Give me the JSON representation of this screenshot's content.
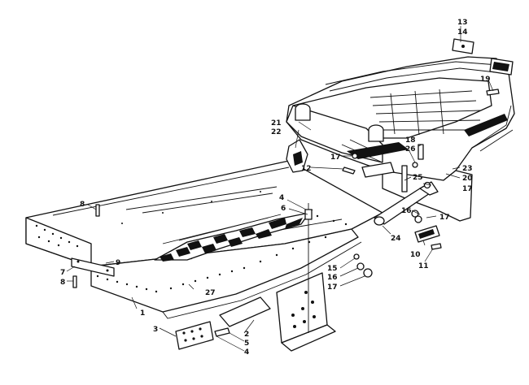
{
  "callouts": [
    {
      "id": "c13",
      "text": "13"
    },
    {
      "id": "c14",
      "text": "14"
    },
    {
      "id": "c19",
      "text": "19"
    },
    {
      "id": "c21",
      "text": "21"
    },
    {
      "id": "c22",
      "text": "22"
    },
    {
      "id": "c18",
      "text": "18"
    },
    {
      "id": "c26",
      "text": "26"
    },
    {
      "id": "c17a",
      "text": "17"
    },
    {
      "id": "c12",
      "text": "12"
    },
    {
      "id": "c25",
      "text": "25"
    },
    {
      "id": "c23",
      "text": "23"
    },
    {
      "id": "c20",
      "text": "20"
    },
    {
      "id": "c17b",
      "text": "17"
    },
    {
      "id": "c8a",
      "text": "8"
    },
    {
      "id": "c4a",
      "text": "4"
    },
    {
      "id": "c6",
      "text": "6"
    },
    {
      "id": "c16a",
      "text": "16"
    },
    {
      "id": "c17c",
      "text": "17"
    },
    {
      "id": "c24",
      "text": "24"
    },
    {
      "id": "c10",
      "text": "10"
    },
    {
      "id": "c11",
      "text": "11"
    },
    {
      "id": "c7",
      "text": "7"
    },
    {
      "id": "c9",
      "text": "9"
    },
    {
      "id": "c8b",
      "text": "8"
    },
    {
      "id": "c15",
      "text": "15"
    },
    {
      "id": "c16b",
      "text": "16"
    },
    {
      "id": "c17d",
      "text": "17"
    },
    {
      "id": "c27",
      "text": "27"
    },
    {
      "id": "c1",
      "text": "1"
    },
    {
      "id": "c3",
      "text": "3"
    },
    {
      "id": "c2",
      "text": "2"
    },
    {
      "id": "c5",
      "text": "5"
    },
    {
      "id": "c4b",
      "text": "4"
    }
  ]
}
